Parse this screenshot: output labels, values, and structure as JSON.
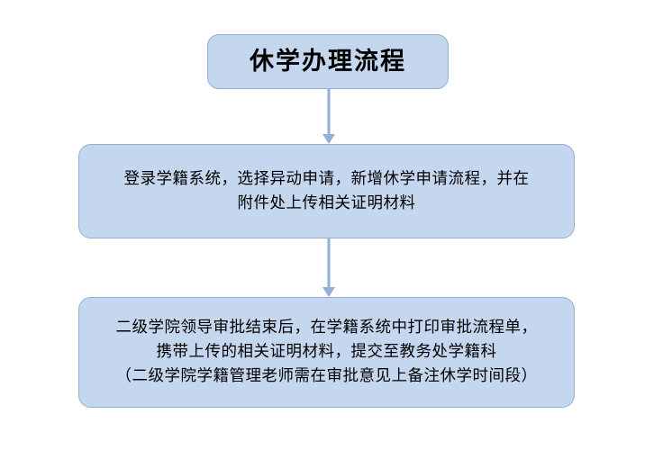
{
  "document": {
    "background_color": "#ffffff",
    "type": "flowchart"
  },
  "theme": {
    "node_fill": "#c5d6ef",
    "node_border": "#91afd6",
    "connector_color": "#92b0d7",
    "text_color": "#000000"
  },
  "flowchart": {
    "title_node": {
      "text": "休学办理流程"
    },
    "steps": [
      {
        "id": "step-1",
        "lines": [
          "登录学籍系统，选择异动申请，新增休学申请流程，并在",
          "附件处上传相关证明材料"
        ]
      },
      {
        "id": "step-2",
        "lines": [
          "二级学院领导审批结束后，在学籍系统中打印审批流程单，",
          "携带上传的相关证明材料，提交至教务处学籍科",
          "（二级学院学籍管理老师需在审批意见上备注休学时间段）"
        ]
      }
    ],
    "connectors": [
      {
        "id": "connector-1",
        "from": "title-node",
        "to": "step-1",
        "direction": "down",
        "icon": "arrow-down-icon"
      },
      {
        "id": "connector-2",
        "from": "step-1",
        "to": "step-2",
        "direction": "down",
        "icon": "arrow-down-icon"
      }
    ]
  }
}
